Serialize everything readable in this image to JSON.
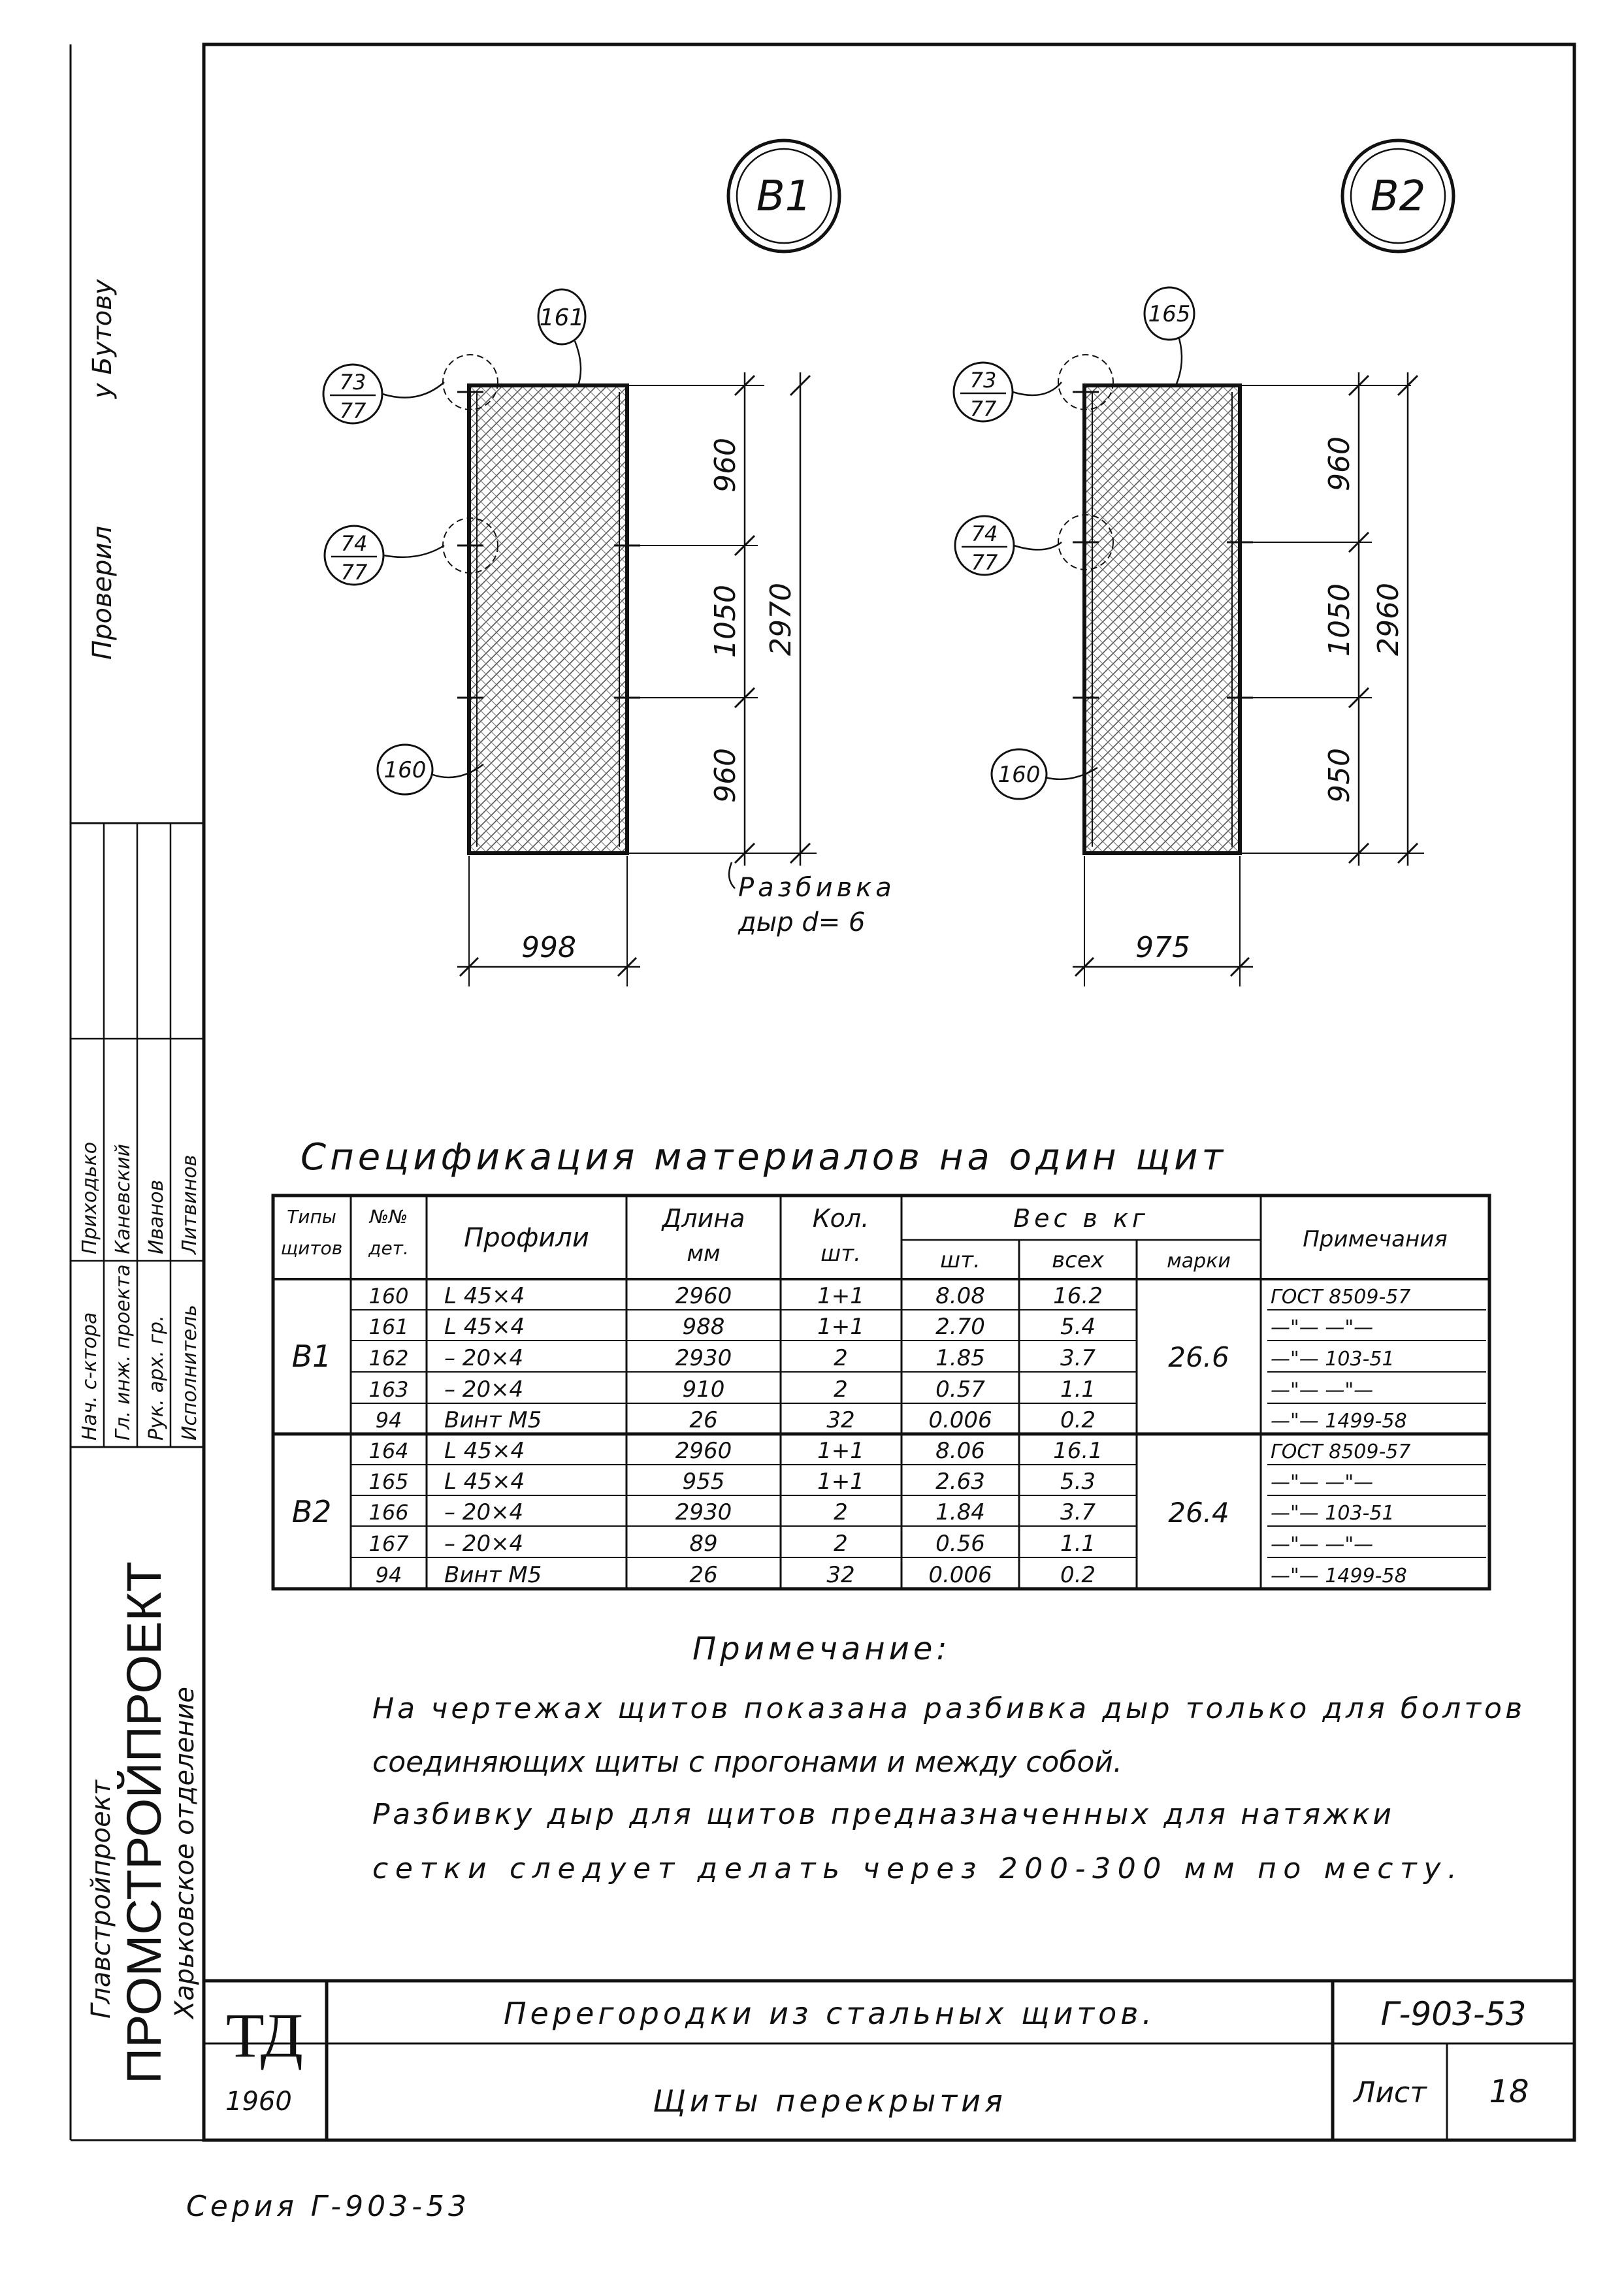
{
  "margin": {
    "checked_note": "Проверил",
    "checked_addressee": "у Бутову",
    "org": {
      "ministry": "Главстройпроект",
      "name": "ПРОМСТРОЙПРОЕКТ",
      "branch": "Харьковское отделение"
    },
    "signatures": [
      {
        "role": "Нач. с-ктора",
        "name": "Приходько"
      },
      {
        "role": "Гл. инж. проекта",
        "name": "Каневский"
      },
      {
        "role": "Рук. арх. гр.",
        "name": "Иванов"
      },
      {
        "role": "Исполнитель",
        "name": "Литвинов"
      }
    ]
  },
  "drawings": [
    {
      "mark": "В1",
      "top_callout": "161",
      "bottom_callout": "160",
      "upper_node": {
        "num": "73",
        "den": "77"
      },
      "middle_node": {
        "num": "74",
        "den": "77"
      },
      "dims": [
        "960",
        "1050",
        "960"
      ],
      "total": "2970",
      "width": "998"
    },
    {
      "mark": "В2",
      "top_callout": "165",
      "bottom_callout": "160",
      "upper_node": {
        "num": "73",
        "den": "77"
      },
      "middle_node": {
        "num": "74",
        "den": "77"
      },
      "dims": [
        "960",
        "1050",
        "950"
      ],
      "total": "2960",
      "width": "975"
    }
  ],
  "hole_note": {
    "line1": "Разбивка",
    "line2": "дыр d= 6"
  },
  "spec": {
    "title": "Спецификация материалов на один щит",
    "headers": {
      "type_1": "Типы",
      "type_2": "щитов",
      "no_1": "№№",
      "no_2": "дет.",
      "profile": "Профили",
      "length_1": "Длина",
      "length_2": "мм",
      "qty_1": "Кол.",
      "qty_2": "шт.",
      "weight": "Вес в кг",
      "w_piece": "шт.",
      "w_all": "всех",
      "w_mark": "марки",
      "notes": "Примечания"
    },
    "groups": [
      {
        "type": "В1",
        "mark_weight": "26.6",
        "rows": [
          {
            "no": "160",
            "profile": "L 45×4",
            "length": "2960",
            "qty": "1+1",
            "w_piece": "8.08",
            "w_all": "16.2",
            "note": "ГОСТ 8509-57"
          },
          {
            "no": "161",
            "profile": "L 45×4",
            "length": "988",
            "qty": "1+1",
            "w_piece": "2.70",
            "w_all": "5.4",
            "note": "—\"— —\"—"
          },
          {
            "no": "162",
            "profile": "– 20×4",
            "length": "2930",
            "qty": "2",
            "w_piece": "1.85",
            "w_all": "3.7",
            "note": "—\"— 103-51"
          },
          {
            "no": "163",
            "profile": "– 20×4",
            "length": "910",
            "qty": "2",
            "w_piece": "0.57",
            "w_all": "1.1",
            "note": "—\"— —\"—"
          },
          {
            "no": "94",
            "profile": "Винт М5",
            "length": "26",
            "qty": "32",
            "w_piece": "0.006",
            "w_all": "0.2",
            "note": "—\"— 1499-58"
          }
        ]
      },
      {
        "type": "В2",
        "mark_weight": "26.4",
        "rows": [
          {
            "no": "164",
            "profile": "L 45×4",
            "length": "2960",
            "qty": "1+1",
            "w_piece": "8.06",
            "w_all": "16.1",
            "note": "ГОСТ 8509-57"
          },
          {
            "no": "165",
            "profile": "L 45×4",
            "length": "955",
            "qty": "1+1",
            "w_piece": "2.63",
            "w_all": "5.3",
            "note": "—\"— —\"—"
          },
          {
            "no": "166",
            "profile": "– 20×4",
            "length": "2930",
            "qty": "2",
            "w_piece": "1.84",
            "w_all": "3.7",
            "note": "—\"— 103-51"
          },
          {
            "no": "167",
            "profile": "– 20×4",
            "length": "89",
            "qty": "2",
            "w_piece": "0.56",
            "w_all": "1.1",
            "note": "—\"— —\"—"
          },
          {
            "no": "94",
            "profile": "Винт М5",
            "length": "26",
            "qty": "32",
            "w_piece": "0.006",
            "w_all": "0.2",
            "note": "—\"— 1499-58"
          }
        ]
      }
    ]
  },
  "note": {
    "title": "Примечание:",
    "lines": [
      "На чертежах щитов показана разбивка дыр только для болтов",
      "соединяющих щиты с прогонами и между собой.",
      "Разбивку дыр для щитов предназначенных для натяжки",
      "сетки следует делать через 200-300 мм по месту."
    ]
  },
  "title_block": {
    "logo": "ТД",
    "year": "1960",
    "title": "Перегородки из стальных щитов.",
    "subtitle": "Щиты перекрытия",
    "code": "Г-903-53",
    "sheet_label": "Лист",
    "sheet_no": "18"
  },
  "series": "Серия Г-903-53"
}
